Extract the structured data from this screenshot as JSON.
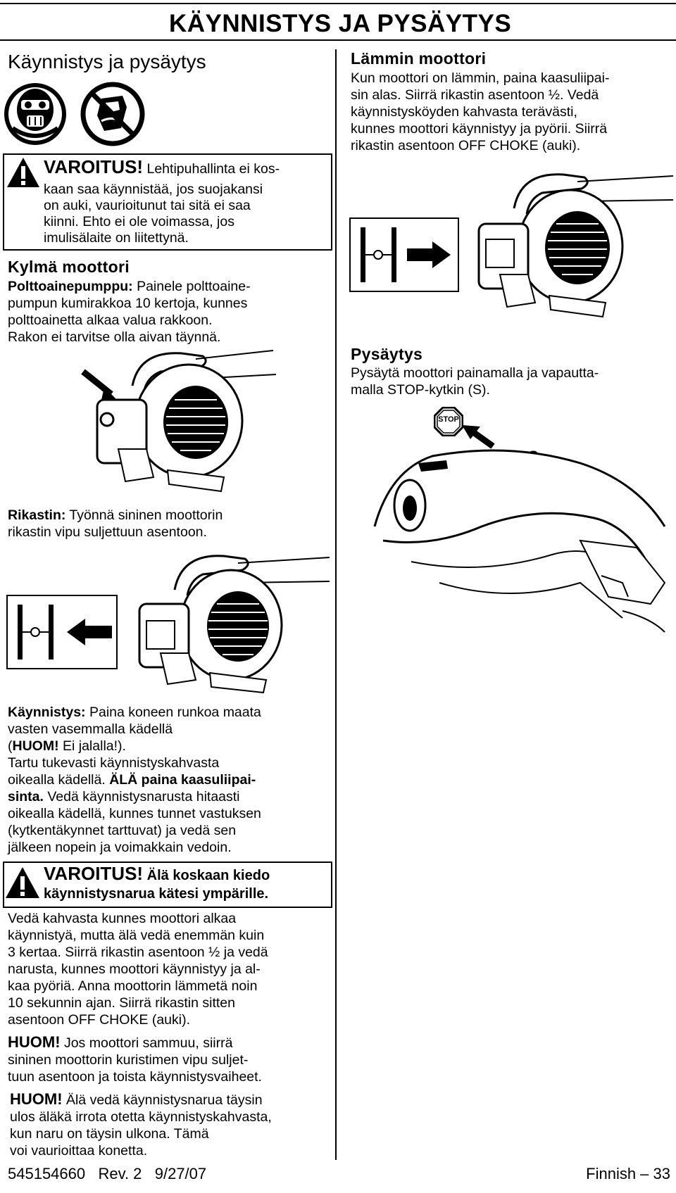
{
  "header": {
    "title": "KÄYNNISTYS JA PYSÄYTYS"
  },
  "left": {
    "section_title": "Käynnistys ja pysäytys",
    "warning1": {
      "label": "VAROITUS!",
      "lines": [
        " Lehtipuhallinta ei kos-",
        "kaan saa käynnistää, jos suojakansi",
        "on auki, vaurioitunut tai sitä ei saa",
        "kiinni. Ehto ei ole voimassa, jos",
        "imulisälaite on liitettynä."
      ]
    },
    "cold_engine": {
      "title": "Kylmä moottori",
      "primer_label": "Polttoainepumppu:",
      "primer_lines": [
        " Painele polttoaine-",
        "pumpun kumirakkoa 10 kertoja, kunnes",
        "polttoainetta alkaa valua rakkoon.",
        "Rakon ei tarvitse olla aivan täynnä."
      ]
    },
    "choke": {
      "label": "Rikastin:",
      "lines": [
        " Työnnä sininen moottorin",
        "rikastin vipu suljettuun asentoon."
      ]
    },
    "starting": {
      "label": "Käynnistys:",
      "line1": " Paina koneen runkoa maata",
      "line2": "vasten vasemmalla kädellä",
      "line3_a": "(",
      "line3_bold": "HUOM!",
      "line3_b": " Ei jalalla!).",
      "line4": "Tartu tukevasti käynnistyskahvasta",
      "line5_a": "oikealla kädellä. ",
      "line5_bold": "ÄLÄ paina kaasuliipai-",
      "line6_bold": "sinta.",
      "line6_b": " Vedä käynnistysnarusta hitaasti",
      "line7": "oikealla kädellä, kunnes tunnet vastuksen",
      "line8": "(kytkentäkynnet tarttuvat) ja vedä sen",
      "line9": "jälkeen nopein ja voimakkain vedoin."
    },
    "warning2": {
      "label": "VAROITUS!",
      "line1": " Älä koskaan kiedo",
      "line2": "käynnistysnarua kätesi ympärille."
    },
    "pull_text": [
      "Vedä kahvasta kunnes moottori alkaa",
      "käynnistyä, mutta älä vedä enemmän kuin",
      "3 kertaa. Siirrä rikastin asentoon ½ ja vedä",
      "narusta, kunnes moottori käynnistyy ja al-",
      "kaa pyöriä. Anna moottorin lämmetä noin",
      "10 sekunnin ajan. Siirrä rikastin sitten",
      "asentoon OFF CHOKE (auki)."
    ],
    "note1": {
      "label": "HUOM!",
      "lines": [
        " Jos moottori sammuu, siirrä",
        "sininen moottorin kuristimen vipu suljet-",
        "tuun asentoon ja toista käynnistysvaiheet."
      ]
    },
    "note2": {
      "label": "HUOM!",
      "lines": [
        " Älä vedä käynnistysnarua täysin",
        "ulos äläkä irrota otetta käynnistyskahvasta,",
        "kun naru on täysin ulkona. Tämä",
        "voi vaurioittaa konetta."
      ]
    }
  },
  "right": {
    "warm_engine": {
      "title": "Lämmin moottori",
      "lines": [
        "Kun moottori on lämmin, paina kaasuliipai-",
        "sin alas. Siirrä rikastin asentoon ½. Vedä",
        "käynnistysköyden kahvasta terävästi,",
        "kunnes moottori käynnistyy ja pyörii. Siirrä",
        "rikastin asentoon OFF CHOKE (auki)."
      ]
    },
    "stopping": {
      "title": "Pysäytys",
      "lines": [
        "Pysäytä moottori painamalla ja vapautta-",
        "malla STOP-kytkin (S)."
      ],
      "stop_sign": "STOP",
      "s_label": "S"
    }
  },
  "footer": {
    "doc_number": "545154660   Rev. 2   9/27/07",
    "page": "Finnish – 33"
  }
}
